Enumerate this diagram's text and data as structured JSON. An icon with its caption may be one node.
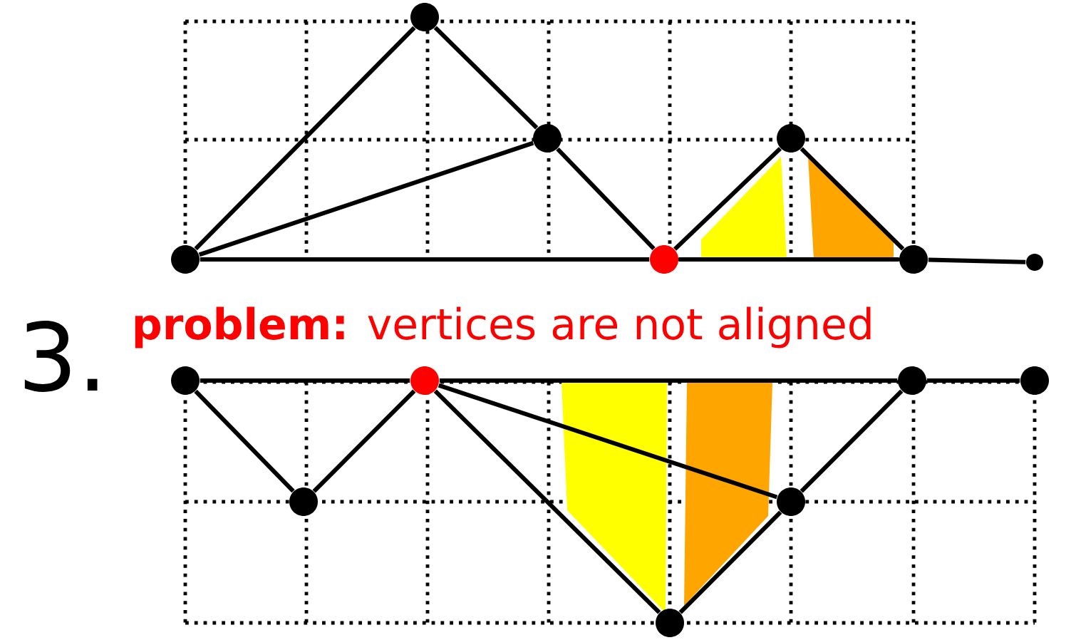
{
  "diagram": {
    "nodes": [
      {
        "text": [],
        "shape": "circle"
      },
      {
        "text": [],
        "shape": "circle"
      },
      {
        "text": [],
        "shape": "circle"
      },
      {
        "text": [],
        "shape": "circle"
      },
      {
        "text": [],
        "shape": "circle"
      },
      {
        "text": [],
        "shape": "circle"
      },
      {
        "text": [],
        "shape": "circle"
      },
      {
        "text": [],
        "shape": "circle"
      },
      {
        "text": [],
        "shape": "circle"
      },
      {
        "text": [],
        "shape": "circle"
      },
      {
        "text": [],
        "shape": "circle"
      },
      {
        "text": [],
        "shape": "circle"
      },
      {
        "text": [],
        "shape": "circle"
      },
      {
        "text": [],
        "shape": "circle"
      }
    ],
    "edges": [
      {
        "from": 0,
        "to": 1,
        "arrow": "none"
      },
      {
        "from": 1,
        "to": 2,
        "arrow": "none"
      },
      {
        "from": 2,
        "to": 4,
        "arrow": "none"
      },
      {
        "from": 0,
        "to": 2,
        "arrow": "none"
      },
      {
        "from": 0,
        "to": 4,
        "arrow": "none"
      },
      {
        "from": 4,
        "to": 3,
        "arrow": "none"
      },
      {
        "from": 3,
        "to": 5,
        "arrow": "none"
      },
      {
        "from": 4,
        "to": 5,
        "arrow": "none"
      },
      {
        "from": 5,
        "to": 6,
        "arrow": "none"
      },
      {
        "from": 7,
        "to": 11,
        "arrow": "none"
      },
      {
        "from": 11,
        "to": 8,
        "arrow": "none"
      },
      {
        "from": 7,
        "to": 8,
        "arrow": "none"
      },
      {
        "from": 8,
        "to": 9,
        "arrow": "none"
      },
      {
        "from": 9,
        "to": 10,
        "arrow": "none"
      },
      {
        "from": 8,
        "to": 13,
        "arrow": "none"
      },
      {
        "from": 8,
        "to": 12,
        "arrow": "none"
      },
      {
        "from": 13,
        "to": 12,
        "arrow": "none"
      },
      {
        "from": 12,
        "to": 9,
        "arrow": "none"
      }
    ],
    "labels": [
      "**problem:** vertices are not aligned",
      "3."
    ]
  }
}
